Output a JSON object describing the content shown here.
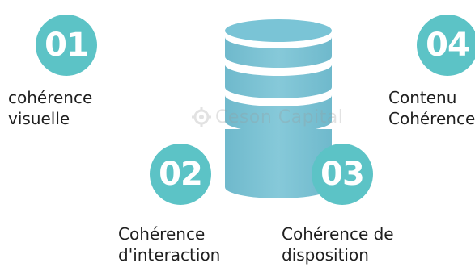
{
  "accent_color": "#5cc3c6",
  "cylinder_colors": {
    "top": "#7ac4d6",
    "body": "#7bbfd0",
    "band": "#ffffff"
  },
  "steps": [
    {
      "number": "01",
      "label_lines": [
        "cohérence",
        "visuelle"
      ]
    },
    {
      "number": "02",
      "label_lines": [
        "Cohérence",
        "d'interaction"
      ]
    },
    {
      "number": "03",
      "label_lines": [
        "Cohérence de",
        "disposition"
      ]
    },
    {
      "number": "04",
      "label_lines": [
        "Contenu",
        "Cohérence"
      ]
    }
  ],
  "watermark": {
    "text": "Ceson Capital",
    "icon": "gear-icon"
  }
}
